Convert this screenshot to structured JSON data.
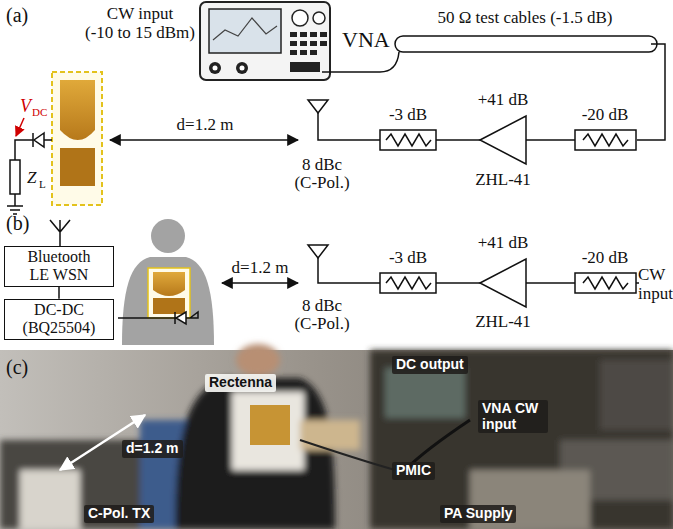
{
  "diagram": {
    "nodes": [
      {
        "text": [
          "Bluetooth",
          "LE WSN"
        ]
      },
      {
        "text": [
          "DC-DC",
          "(BQ25504)"
        ]
      }
    ],
    "edges": [
      {
        "from": 0,
        "to": 1,
        "arrow": "none"
      }
    ],
    "labels": [
      "(a)",
      "CW input",
      "(-10 to 15 dBm)",
      "VNA",
      "50 Ω test cables (-1.5 dB)",
      "V",
      "DC",
      "Z",
      "L",
      "d=1.2 m",
      "8 dBc",
      "(C-Pol.)",
      "-3 dB",
      "+41 dB",
      "ZHL-41",
      "-20 dB",
      "(b)",
      "d=1.2 m",
      "8 dBc",
      "(C-Pol.)",
      "-3 dB",
      "+41 dB",
      "ZHL-41",
      "-20 dB",
      "CW input",
      "(c)",
      "Rectenna",
      "DC output",
      "VNA CW input",
      "d=1.2 m",
      "PMIC",
      "C-Pol. TX",
      "PA Supply"
    ]
  }
}
